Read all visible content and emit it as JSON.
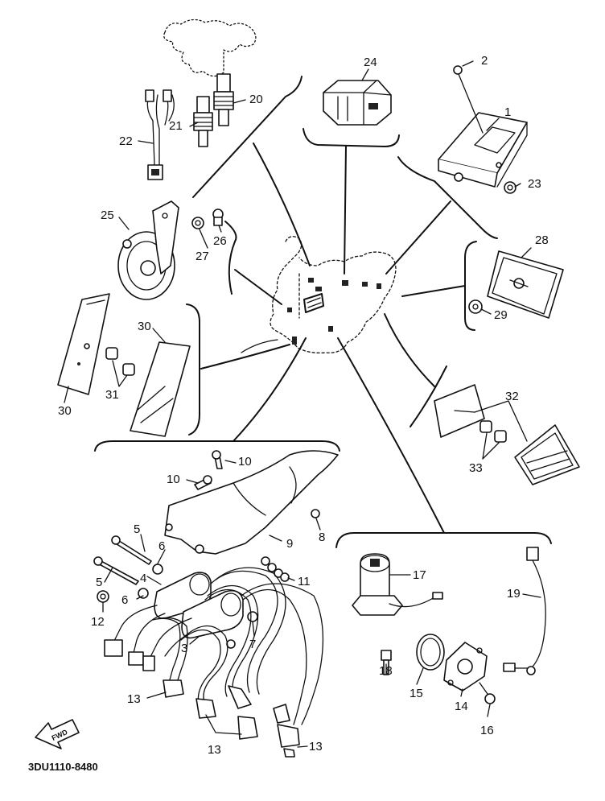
{
  "diagram": {
    "labels": {
      "p1": "1",
      "p2": "2",
      "p3": "3",
      "p4": "4",
      "p5a": "5",
      "p5b": "5",
      "p6a": "6",
      "p6b": "6",
      "p7": "7",
      "p8": "8",
      "p9": "9",
      "p10a": "10",
      "p10b": "10",
      "p11": "11",
      "p12": "12",
      "p13a": "13",
      "p13b": "13",
      "p13c": "13",
      "p14": "14",
      "p15": "15",
      "p16": "16",
      "p17": "17",
      "p18": "18",
      "p19": "19",
      "p20": "20",
      "p21": "21",
      "p22": "22",
      "p23": "23",
      "p24": "24",
      "p25": "25",
      "p26": "26",
      "p27": "27",
      "p28": "28",
      "p29": "29",
      "p30a": "30",
      "p30b": "30",
      "p31": "31",
      "p32": "32",
      "p33": "33"
    },
    "fwd_arrow_text": "FWD",
    "diagram_code": "3DU1110-8480"
  }
}
